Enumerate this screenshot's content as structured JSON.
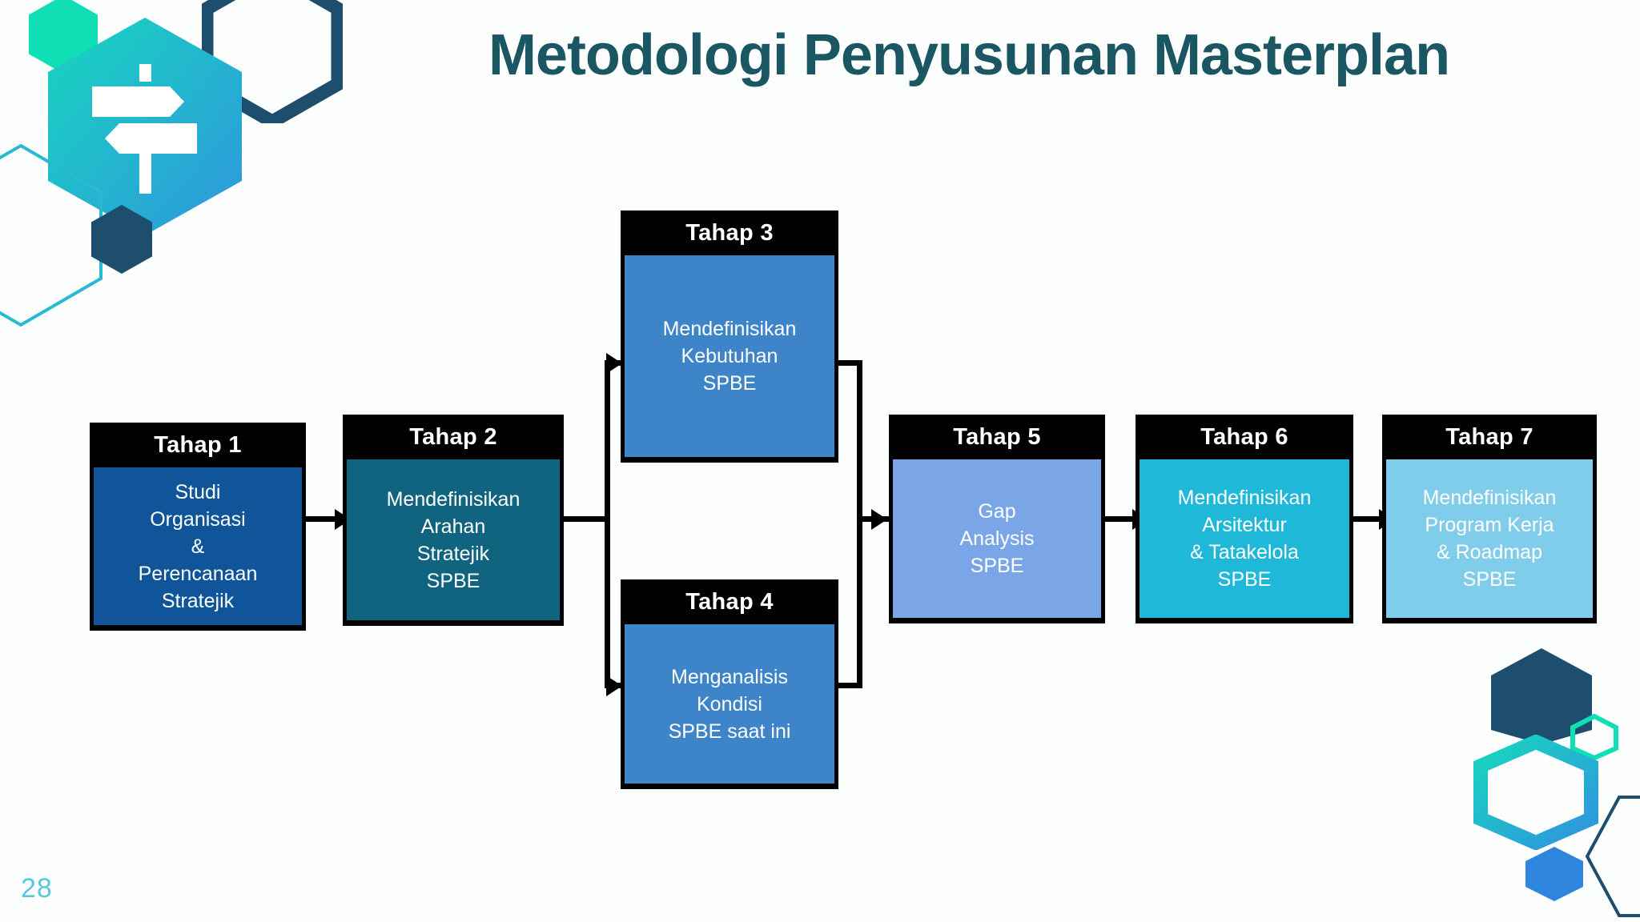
{
  "slide": {
    "title": "Metodologi Penyusunan Masterplan",
    "page_number": "28",
    "title_color": "#1b5663",
    "page_number_color": "#58c7e0"
  },
  "logo": {
    "icon": "signpost-icon",
    "gradient_from": "#17d6be",
    "gradient_to": "#2f96de"
  },
  "decorations": {
    "top_small_hex_color": "#10dfb5",
    "top_outline_hex_color": "#1d4e6e",
    "left_outline_hex_color": "#2bb8d4",
    "bottom_dark_hex_color": "#1d4e6e",
    "bottom_blue_hex_color": "#2f86df",
    "bottom_cyan_outline_color": "#10dfb5",
    "bottom_ring_from": "#17d6be",
    "bottom_ring_to": "#2f96de"
  },
  "flow": {
    "type": "process-flow-diagram",
    "header_bg": "#000000",
    "header_text_color": "#ffffff",
    "connector_color": "#000000",
    "nodes": [
      {
        "id": "tahap-1",
        "header": "Tahap 1",
        "body": "Studi\nOrganisasi\n&\nPerencanaan\nStratejik",
        "color": "#10559a"
      },
      {
        "id": "tahap-2",
        "header": "Tahap 2",
        "body": "Mendefinisikan\nArahan\nStratejik\nSPBE",
        "color": "#11647f"
      },
      {
        "id": "tahap-3",
        "header": "Tahap 3",
        "body": "Mendefinisikan\nKebutuhan\nSPBE",
        "color": "#3d85c8"
      },
      {
        "id": "tahap-4",
        "header": "Tahap 4",
        "body": "Menganalisis\nKondisi\nSPBE saat ini",
        "color": "#3d85c8"
      },
      {
        "id": "tahap-5",
        "header": "Tahap 5",
        "body": "Gap\nAnalysis\nSPBE",
        "color": "#7aa6e8"
      },
      {
        "id": "tahap-6",
        "header": "Tahap 6",
        "body": "Mendefinisikan\nArsitektur\n& Tatakelola\nSPBE",
        "color": "#1fb8d8"
      },
      {
        "id": "tahap-7",
        "header": "Tahap 7",
        "body": "Mendefinisikan\nProgram Kerja\n& Roadmap\nSPBE",
        "color": "#7fcdea"
      }
    ]
  }
}
